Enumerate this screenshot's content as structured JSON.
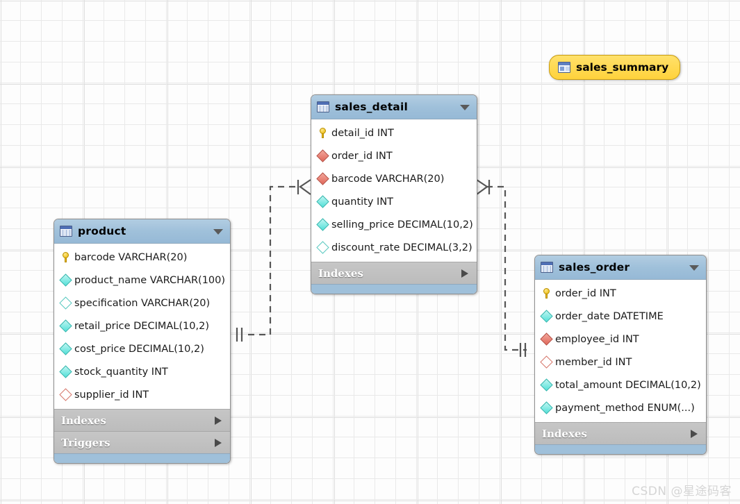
{
  "diagram": {
    "tool": "er-diagram-canvas",
    "watermark": "CSDN @星途码客",
    "colors": {
      "header_blue": "#9fc0da",
      "view_yellow": "#ffd23c",
      "footer_gray": "#c0c0c0",
      "canvas_bg": "#fdfdfd",
      "grid_line": "#e9e9e9"
    },
    "glyph_legend": {
      "key": "primary-key-icon",
      "diamond_red_filled": "foreign-key-required-icon",
      "diamond_cyan_filled": "column-required-icon",
      "diamond_outline_cyan": "column-nullable-icon",
      "diamond_outline_red": "foreign-key-nullable-icon"
    }
  },
  "tables": [
    {
      "name": "product",
      "columns": [
        {
          "label": "barcode VARCHAR(20)",
          "glyph": "key"
        },
        {
          "label": "product_name VARCHAR(100)",
          "glyph": "diamond_cyan_filled"
        },
        {
          "label": "specification VARCHAR(20)",
          "glyph": "diamond_outline_cyan"
        },
        {
          "label": "retail_price DECIMAL(10,2)",
          "glyph": "diamond_cyan_filled"
        },
        {
          "label": "cost_price DECIMAL(10,2)",
          "glyph": "diamond_cyan_filled"
        },
        {
          "label": "stock_quantity INT",
          "glyph": "diamond_cyan_filled"
        },
        {
          "label": "supplier_id INT",
          "glyph": "diamond_outline_red"
        }
      ],
      "footers": [
        "Indexes",
        "Triggers"
      ]
    },
    {
      "name": "sales_detail",
      "columns": [
        {
          "label": "detail_id INT",
          "glyph": "key"
        },
        {
          "label": "order_id INT",
          "glyph": "diamond_red_filled"
        },
        {
          "label": "barcode VARCHAR(20)",
          "glyph": "diamond_red_filled"
        },
        {
          "label": "quantity INT",
          "glyph": "diamond_cyan_filled"
        },
        {
          "label": "selling_price DECIMAL(10,2)",
          "glyph": "diamond_cyan_filled"
        },
        {
          "label": "discount_rate DECIMAL(3,2)",
          "glyph": "diamond_outline_cyan"
        }
      ],
      "footers": [
        "Indexes"
      ]
    },
    {
      "name": "sales_order",
      "columns": [
        {
          "label": "order_id INT",
          "glyph": "key"
        },
        {
          "label": "order_date DATETIME",
          "glyph": "diamond_cyan_filled"
        },
        {
          "label": "employee_id INT",
          "glyph": "diamond_red_filled"
        },
        {
          "label": "member_id INT",
          "glyph": "diamond_outline_red"
        },
        {
          "label": "total_amount DECIMAL(10,2)",
          "glyph": "diamond_cyan_filled"
        },
        {
          "label": "payment_method ENUM(...)",
          "glyph": "diamond_cyan_filled"
        }
      ],
      "footers": [
        "Indexes"
      ]
    }
  ],
  "views": [
    {
      "name": "sales_summary"
    }
  ],
  "relationships": [
    {
      "from": "product",
      "to": "sales_detail",
      "from_card": "one",
      "to_card": "many"
    },
    {
      "from": "sales_order",
      "to": "sales_detail",
      "from_card": "one",
      "to_card": "many"
    }
  ]
}
